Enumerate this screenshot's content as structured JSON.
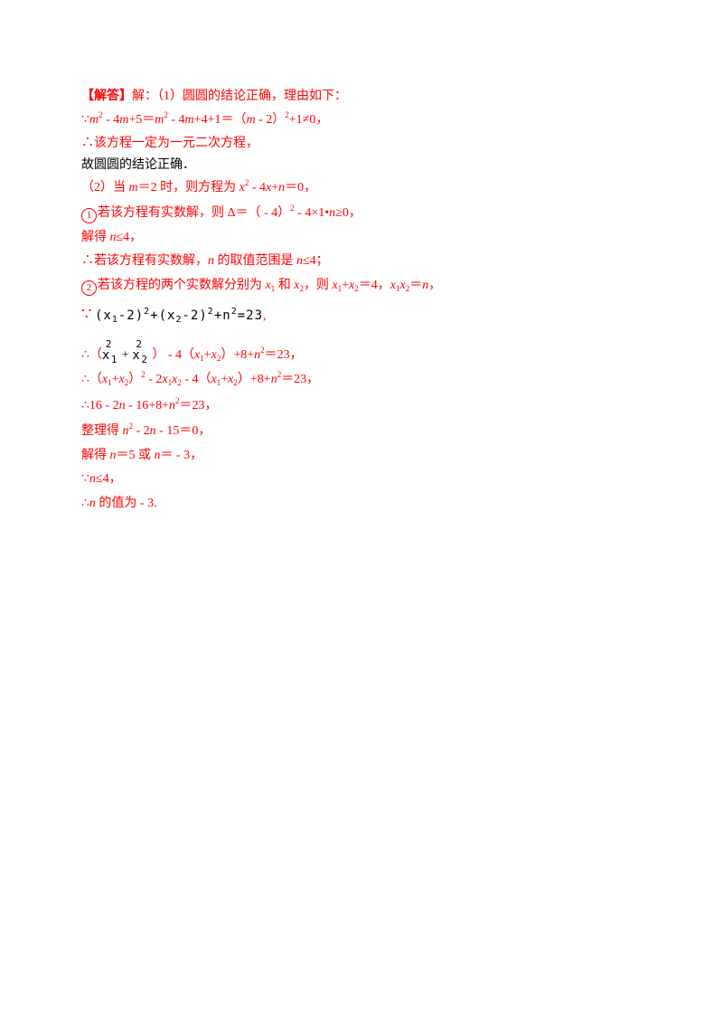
{
  "lines": {
    "l1_head": "【解答】",
    "l1_rest": "解：（1）圆圆的结论正确，理由如下：",
    "l2": "∵m² - 4m+5＝m² - 4m+4+1＝（m - 2）²+1≠0，",
    "l3": "∴该方程一定为一元二次方程，",
    "l4": "故圆圆的结论正确．",
    "l5": "（2）当 m＝2 时，则方程为 x² - 4x+n＝0，",
    "l6_circle": "①",
    "l6": "若该方程有实数解，则 Δ＝（ - 4）² - 4×1•n≥0，",
    "l7": "解得 n≤4，",
    "l8": "∴若该方程有实数解，n 的取值范围是 n≤4；",
    "l9_circle": "②",
    "l9": "若该方程的两个实数解分别为 x₁ 和 x₂，则 x₁+x₂＝4，x₁x₂＝n，",
    "l10": "∵ (x₁-2)²+(x₂-2)²+n²=23，",
    "l11": "∴（x₁²+x₂²） - 4（x₁+x₂）+8+n²＝23，",
    "l12": "∴（x₁+x₂）² - 2x₁x₂ - 4（x₁+x₂）+8+n²＝23，",
    "l13": "∴16 - 2n - 16+8+n²＝23，",
    "l14": "整理得 n² - 2n - 15＝0，",
    "l15": "解得 n＝5 或 n＝ - 3，",
    "l16": "∵n≤4，",
    "l17": "∴n 的值为 - 3."
  }
}
